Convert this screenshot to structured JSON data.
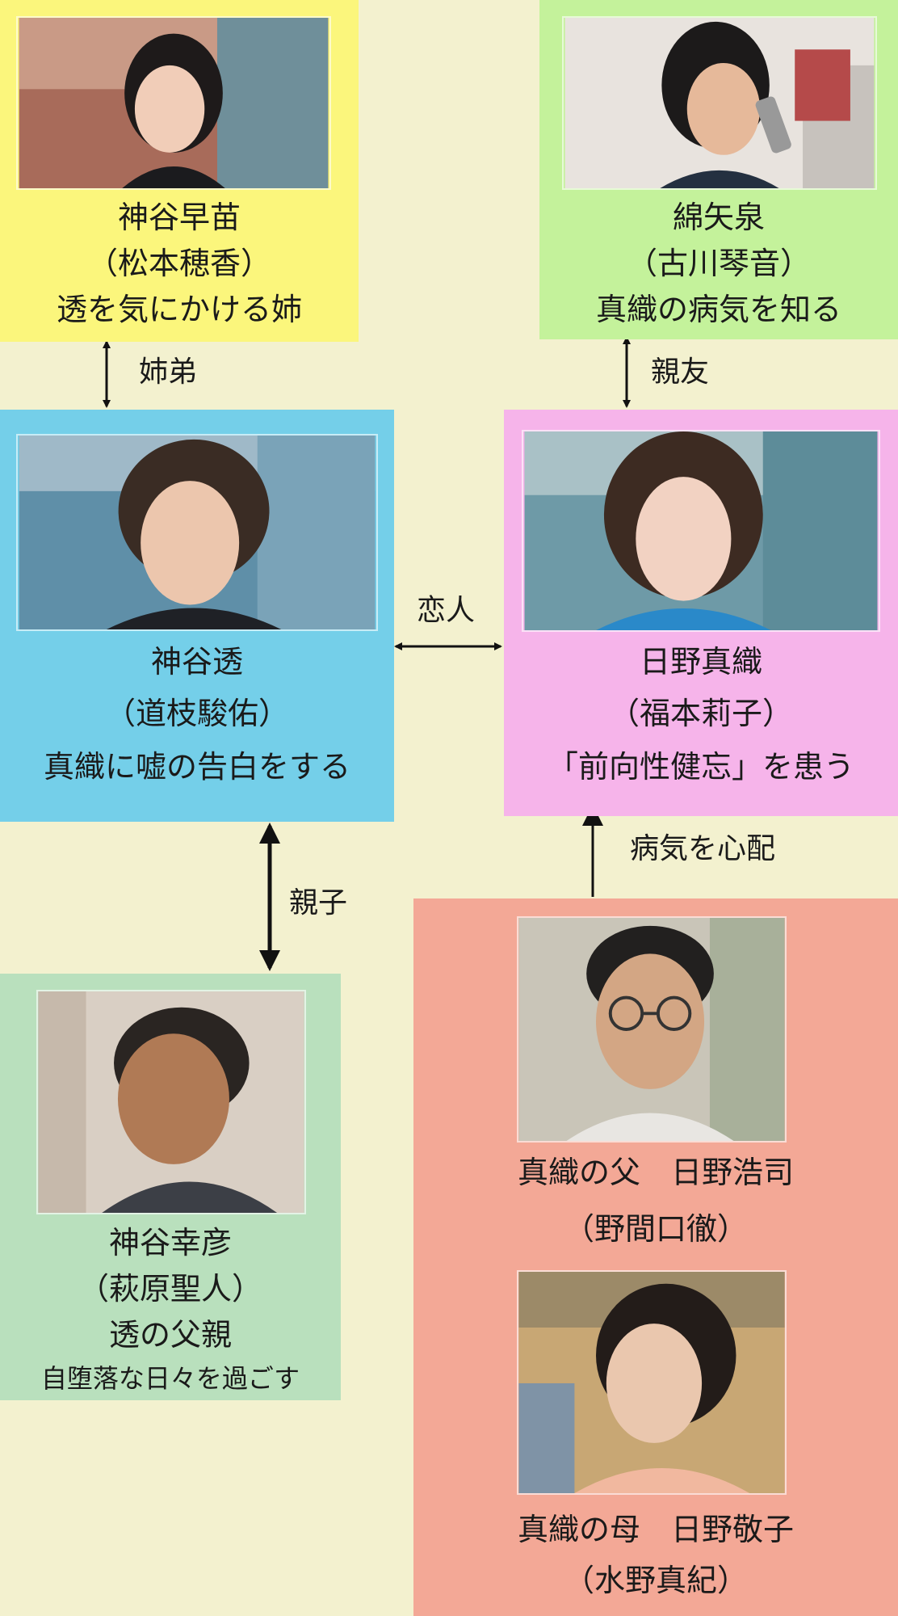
{
  "background": "#f3f1cf",
  "characters": {
    "sanae": {
      "name": "神谷早苗",
      "actor": "（松本穂香）",
      "desc": "透を気にかける姉",
      "color": "#fbf67c",
      "photo_icon": "portrait-short-hair-woman"
    },
    "izumi": {
      "name": "綿矢泉",
      "actor": "（古川琴音）",
      "desc": "真織の病気を知る",
      "color": "#c4f29b",
      "photo_icon": "portrait-girl-phone"
    },
    "toru": {
      "name": "神谷透",
      "actor": "（道枝駿佑）",
      "desc": "真織に嘘の告白をする",
      "color": "#74cfe9",
      "photo_icon": "portrait-young-man"
    },
    "maori": {
      "name": "日野真織",
      "actor": "（福本莉子）",
      "desc": "「前向性健忘」を患う",
      "color": "#f6b4ea",
      "photo_icon": "portrait-bob-hair-girl"
    },
    "yukihiko": {
      "name": "神谷幸彦",
      "actor": "（萩原聖人）",
      "desc1": "透の父親",
      "desc2": "自堕落な日々を過ごす",
      "color": "#b9e0bd",
      "photo_icon": "portrait-middle-aged-man"
    },
    "parents": {
      "father_name": "真織の父　日野浩司",
      "father_actor": "（野間口徹）",
      "mother_name": "真織の母　日野敬子",
      "mother_actor": "（水野真紀）",
      "color": "#f3a896",
      "father_icon": "portrait-man-glasses",
      "mother_icon": "portrait-woman-short-hair"
    }
  },
  "relations": {
    "siblings": "姉弟",
    "best_friend": "親友",
    "lovers": "恋人",
    "parent_child": "親子",
    "worry": "病気を心配"
  }
}
